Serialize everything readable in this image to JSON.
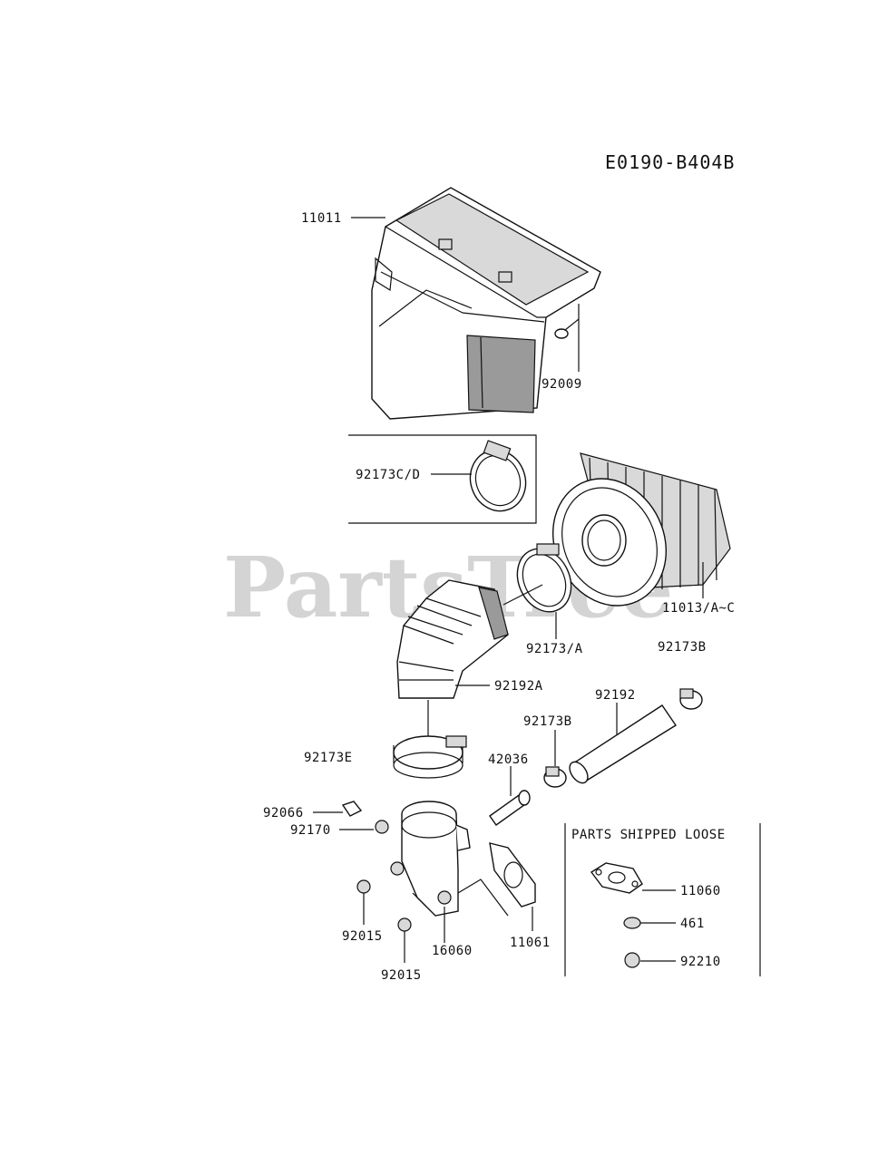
{
  "diagram_code": "E0190-B404B",
  "watermark": {
    "text": "PartsTree",
    "trademark": "™"
  },
  "box_title": "PARTS SHIPPED LOOSE",
  "labels": {
    "p11011": "11011",
    "p92009": "92009",
    "p92173cd": "92173C/D",
    "p11013": "11013/A~C",
    "p92173a": "92173/A",
    "p92173b_top": "92173B",
    "p92192a": "92192A",
    "p92192": "92192",
    "p92173b_mid": "92173B",
    "p92173e": "92173E",
    "p42036": "42036",
    "p92066": "92066",
    "p92170": "92170",
    "p92015_a": "92015",
    "p92015_b": "92015",
    "p16060": "16060",
    "p11061": "11061",
    "p11060": "11060",
    "p461": "461",
    "p92210": "92210"
  }
}
